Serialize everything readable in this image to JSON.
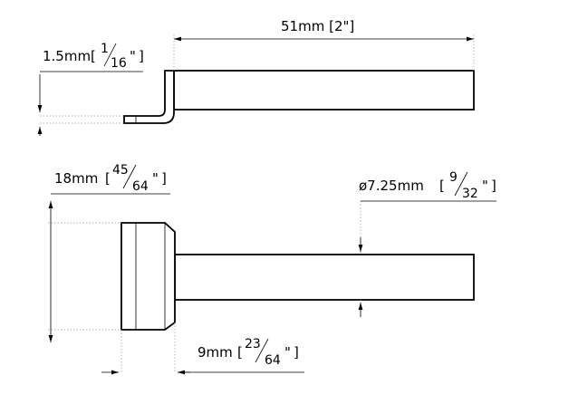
{
  "dimensions": {
    "length": {
      "metric": "51mm",
      "imperial": "2\""
    },
    "thickness": {
      "metric": "1.5mm",
      "imperial_num": "1",
      "imperial_den": "16",
      "unit": "\""
    },
    "head_height": {
      "metric": "18mm",
      "imperial_num": "45",
      "imperial_den": "64",
      "unit": "\""
    },
    "shaft_diameter": {
      "metric": "ø7.25mm",
      "imperial_num": "9",
      "imperial_den": "32",
      "unit": "\""
    },
    "head_width": {
      "metric": "9mm",
      "imperial_num": "23",
      "imperial_den": "64",
      "unit": "\""
    }
  },
  "colors": {
    "line": "#000000",
    "extension": "#9a9a9a",
    "background": "#ffffff"
  }
}
